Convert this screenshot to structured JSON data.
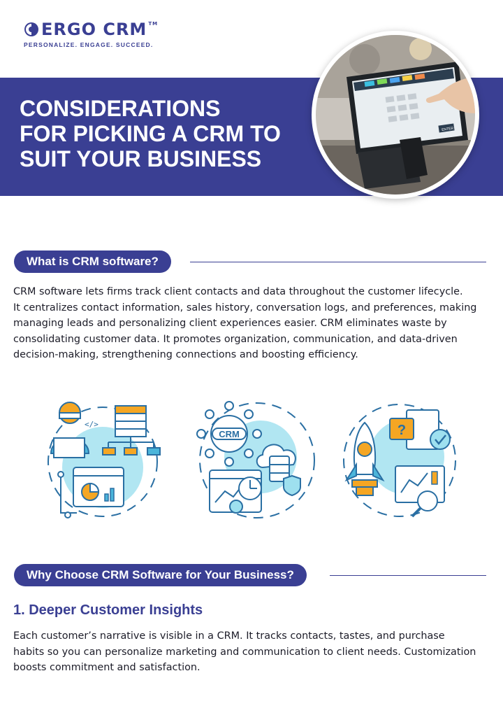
{
  "brand": {
    "logo_text": "ERGO CRM",
    "trademark": "TM",
    "tagline": "PERSONALIZE. ENGAGE. SUCCEED."
  },
  "banner": {
    "title_lines": [
      "CONSIDERATIONS",
      "FOR PICKING A CRM TO",
      "SUIT YOUR BUSINESS"
    ],
    "photo_key_label": "ENTER"
  },
  "section1": {
    "heading": "What is CRM software?",
    "lines": [
      "CRM software lets firms track client contacts and data throughout the customer lifecycle.",
      "It centralizes contact information, sales history, conversation logs, and preferences, making",
      "managing leads and personalizing client experiences easier. CRM eliminates waste by",
      "consolidating customer data. It promotes organization, communication, and data-driven",
      "decision-making, strengthening connections and boosting efficiency."
    ]
  },
  "illustrations": {
    "crm_badge": "CRM",
    "code_symbol": "</>",
    "question_mark": "?"
  },
  "section2": {
    "heading": "Why Choose CRM Software for Your Business?",
    "subheading": "1. Deeper Customer Insights",
    "lines": [
      "Each customer’s narrative is visible in a CRM. It tracks contacts, tastes, and purchase",
      "habits so you can personalize marketing and communication to client needs. Customization",
      "boosts commitment and satisfaction."
    ]
  },
  "colors": {
    "brand_navy": "#3a3f93",
    "illustration_blue": "#2a6fa3",
    "accent_orange": "#f5a623",
    "accent_cyan": "#9ee0ef"
  }
}
